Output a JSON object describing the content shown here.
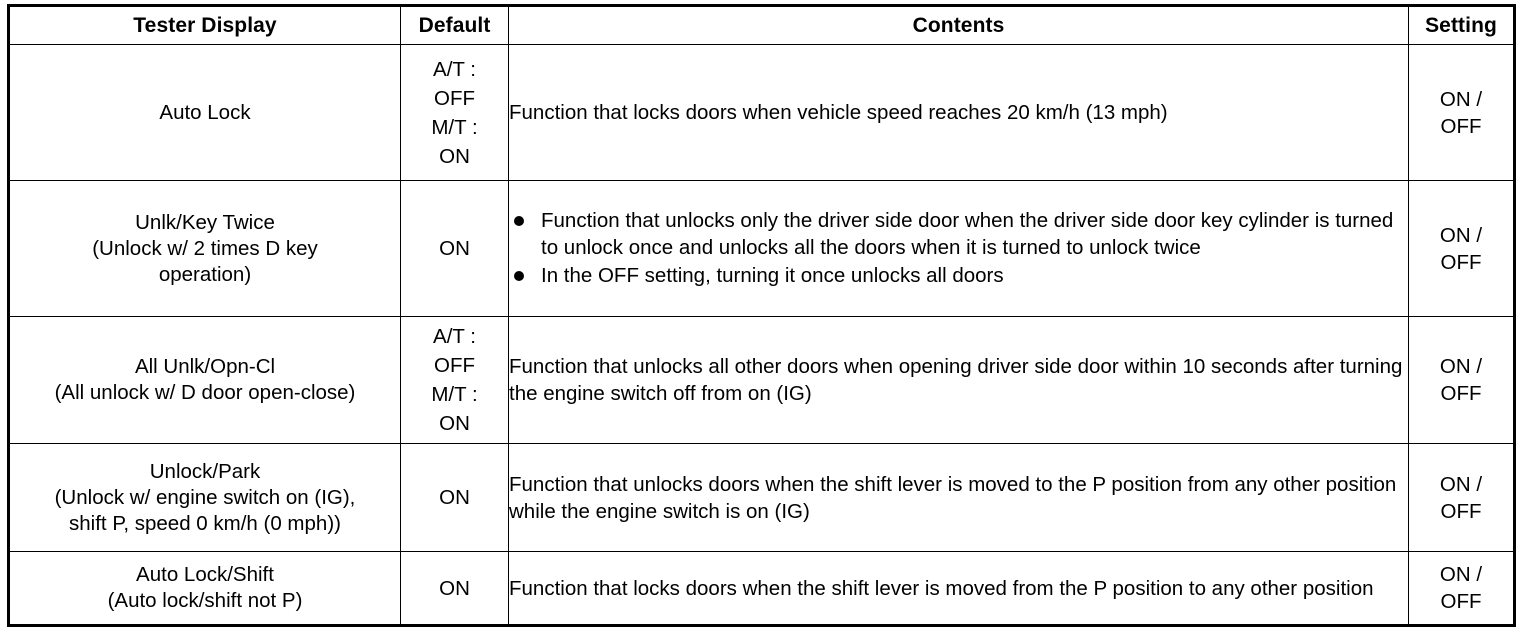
{
  "table": {
    "headers": {
      "tester_display": "Tester Display",
      "default": "Default",
      "contents": "Contents",
      "setting": "Setting"
    },
    "rows": [
      {
        "tester_display_lines": [
          "Auto Lock"
        ],
        "default_lines": [
          "A/T :",
          "OFF",
          "M/T :",
          "ON"
        ],
        "contents_type": "paragraph",
        "contents_text": "Function that locks doors when vehicle speed reaches 20 km/h (13 mph)",
        "contents_bullets": [],
        "setting_lines": [
          "ON /",
          "OFF"
        ]
      },
      {
        "tester_display_lines": [
          "Unlk/Key Twice",
          "(Unlock w/ 2 times D key",
          "operation)"
        ],
        "default_lines": [
          "ON"
        ],
        "contents_type": "bullets",
        "contents_text": "",
        "contents_bullets": [
          "Function that unlocks only the driver side door when the driver side door key cylinder is turned to unlock once and unlocks all the doors when it is turned to unlock twice",
          "In the OFF setting, turning it once unlocks all doors"
        ],
        "setting_lines": [
          "ON /",
          "OFF"
        ]
      },
      {
        "tester_display_lines": [
          "All Unlk/Opn-Cl",
          "(All unlock w/ D door open-close)"
        ],
        "default_lines": [
          "A/T :",
          "OFF",
          "M/T :",
          "ON"
        ],
        "contents_type": "paragraph",
        "contents_text": "Function that unlocks all other doors when opening driver side door within 10 seconds after turning the engine switch off from on (IG)",
        "contents_bullets": [],
        "setting_lines": [
          "ON /",
          "OFF"
        ]
      },
      {
        "tester_display_lines": [
          "Unlock/Park",
          "(Unlock w/ engine switch on (IG),",
          "shift P, speed 0 km/h (0 mph))"
        ],
        "default_lines": [
          "ON"
        ],
        "contents_type": "paragraph",
        "contents_text": "Function that unlocks doors when the shift lever is moved to the P position from any other position while the engine switch is on (IG)",
        "contents_bullets": [],
        "setting_lines": [
          "ON /",
          "OFF"
        ]
      },
      {
        "tester_display_lines": [
          "Auto Lock/Shift",
          "(Auto lock/shift not P)"
        ],
        "default_lines": [
          "ON"
        ],
        "contents_type": "paragraph",
        "contents_text": "Function that locks doors when the shift lever is moved from the P position to any other position",
        "contents_bullets": [],
        "setting_lines": [
          "ON /",
          "OFF"
        ]
      }
    ]
  },
  "colors": {
    "border": "#000000",
    "text": "#000000",
    "background": "#ffffff"
  }
}
